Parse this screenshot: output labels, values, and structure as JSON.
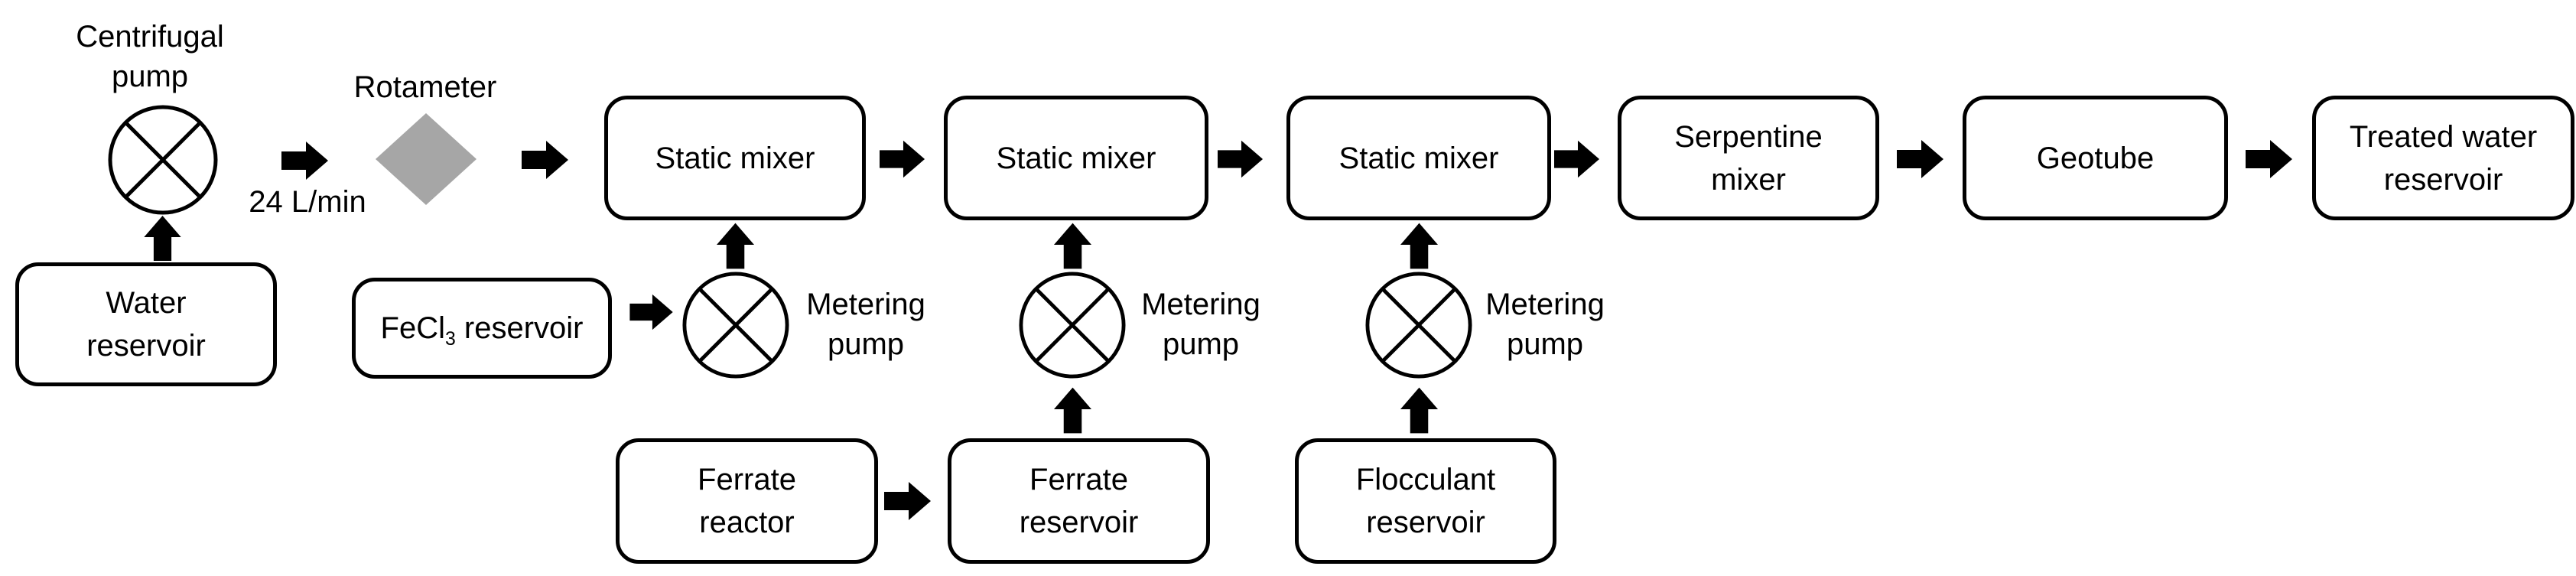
{
  "diagram": {
    "type": "process-flow",
    "description_labels": {
      "centrifugal_pump": {
        "lines": [
          "Centrifugal",
          "pump"
        ]
      },
      "rotameter": "Rotameter",
      "flow_rate": "24 L/min",
      "metering_pump_1": {
        "lines": [
          "Metering",
          "pump"
        ]
      },
      "metering_pump_2": {
        "lines": [
          "Metering",
          "pump"
        ]
      },
      "metering_pump_3": {
        "lines": [
          "Metering",
          "pump"
        ]
      }
    },
    "nodes": {
      "water_reservoir": {
        "lines": [
          "Water",
          "reservoir"
        ]
      },
      "fecl3_reservoir": {
        "prefix": "FeCl",
        "sub": "3",
        "suffix": " reservoir"
      },
      "static_mixer_1": {
        "label": "Static mixer"
      },
      "static_mixer_2": {
        "label": "Static mixer"
      },
      "static_mixer_3": {
        "label": "Static mixer"
      },
      "serpentine_mixer": {
        "lines": [
          "Serpentine",
          "mixer"
        ]
      },
      "geotube": {
        "label": "Geotube"
      },
      "treated_water_reservoir": {
        "lines": [
          "Treated water",
          "reservoir"
        ]
      },
      "ferrate_reactor": {
        "lines": [
          "Ferrate",
          "reactor"
        ]
      },
      "ferrate_reservoir": {
        "lines": [
          "Ferrate",
          "reservoir"
        ]
      },
      "flocculant_reservoir": {
        "lines": [
          "Flocculant",
          "reservoir"
        ]
      }
    },
    "icons": {
      "pump_symbol": "circle-with-x-pump-icon",
      "rotameter_symbol": "gray-diamond-icon",
      "flow_arrow": "solid-black-block-arrow"
    },
    "colors": {
      "line": "#000000",
      "rotameter_fill": "#a6a6a6",
      "box_fill": "#ffffff",
      "background": "#ffffff"
    }
  }
}
